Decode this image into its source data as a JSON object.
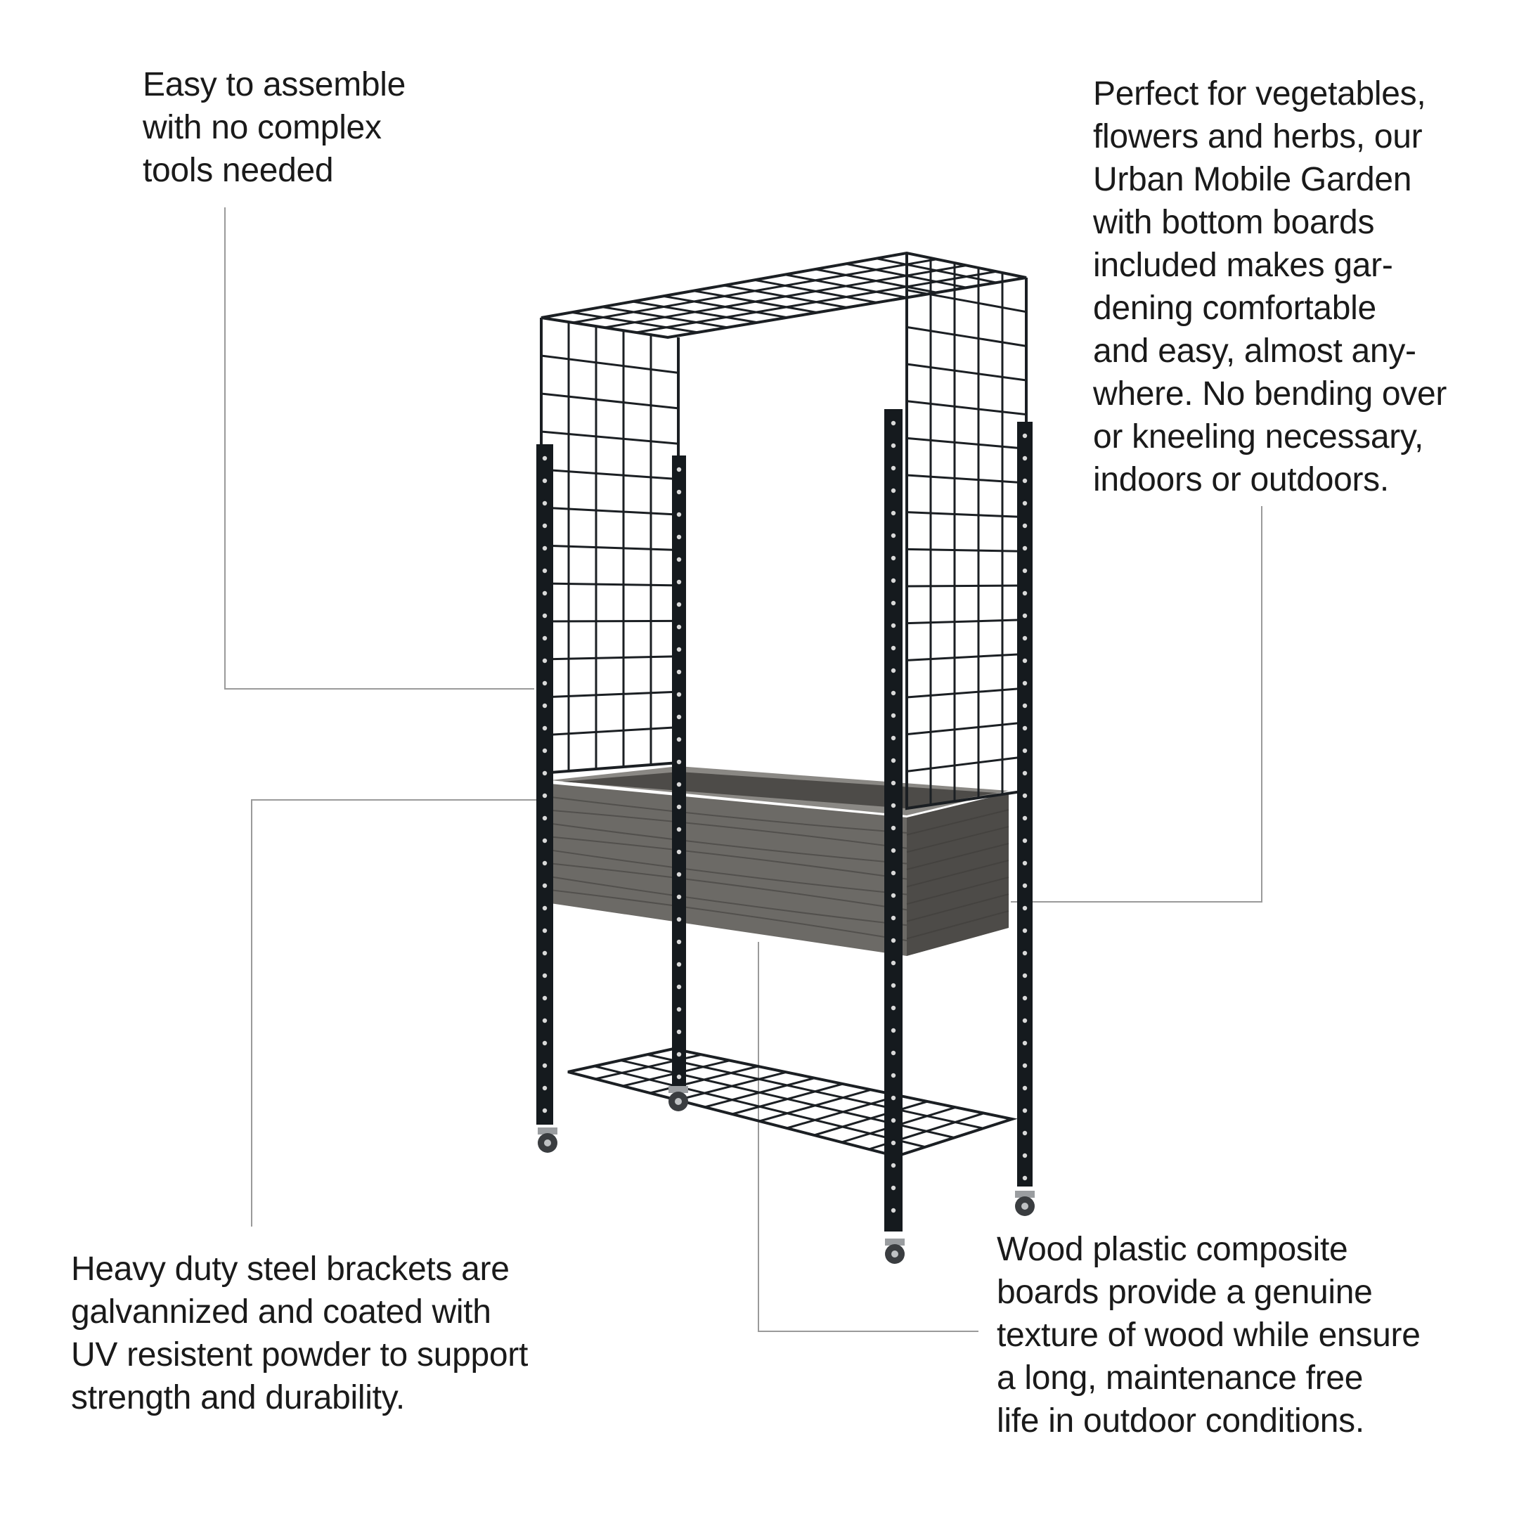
{
  "callouts": {
    "assemble": {
      "lines": [
        "Easy to assemble",
        "with no complex",
        "tools needed"
      ]
    },
    "garden": {
      "lines": [
        "Perfect for vegetables,",
        "flowers and herbs, our",
        "Urban Mobile Garden",
        "with bottom boards",
        "included makes gar-",
        "dening comfortable",
        "and easy, almost any-",
        "where. No bending over",
        "or kneeling necessary,",
        "indoors or outdoors."
      ]
    },
    "steel": {
      "lines": [
        "Heavy duty steel brackets are",
        "galvannized and coated with",
        "UV resistent powder to support",
        "strength and durability."
      ]
    },
    "wood": {
      "lines": [
        "Wood plastic composite",
        "boards provide a genuine",
        "texture of wood while ensure",
        "a long, maintenance free",
        "life in outdoor conditions."
      ]
    }
  },
  "colors": {
    "text": "#1a1a1a",
    "leader_line": "#9a9a9a",
    "frame": "#151a1e",
    "mesh": "#1b1f23",
    "planter": "#6c6a66",
    "planter_dark": "#4d4b48",
    "wheel": "#3a3d40"
  }
}
